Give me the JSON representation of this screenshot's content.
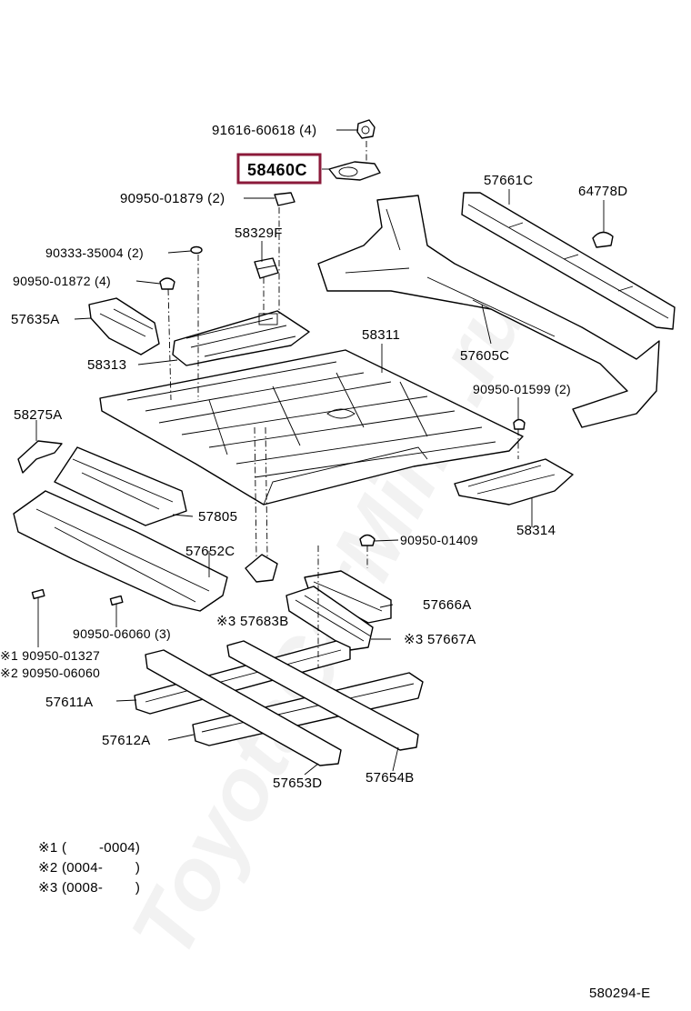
{
  "parts": {
    "p91616": "91616-60618 (4)",
    "p58460C": "58460C",
    "p90950_01879": "90950-01879 (2)",
    "p58329F": "58329F",
    "p90333": "90333-35004 (2)",
    "p90950_01872": "90950-01872 (4)",
    "p57635A": "57635A",
    "p58313": "58313",
    "p58311": "58311",
    "p57661C": "57661C",
    "p64778D": "64778D",
    "p57605C": "57605C",
    "p90950_01599": "90950-01599 (2)",
    "p58275A": "58275A",
    "p57805": "57805",
    "p58314": "58314",
    "p57652C": "57652C",
    "p90950_01409": "90950-01409",
    "p90950_06060_3": "90950-06060 (3)",
    "p57683B": "※3 57683B",
    "p57666A": "57666A",
    "p57667A": "※3 57667A",
    "p90950_01327": "※1 90950-01327",
    "p90950_06060_2": "※2 90950-06060",
    "p57611A": "57611A",
    "p57612A": "57612A",
    "p57653D": "57653D",
    "p57654B": "57654B"
  },
  "legend": [
    "※1 (        -0004)",
    "※2 (0004-        )",
    "※3 (0008-        )"
  ],
  "diagram_code": "580294-E",
  "watermark": "ToyotaCarMine.ru",
  "highlight_color": "#8b1a3a"
}
